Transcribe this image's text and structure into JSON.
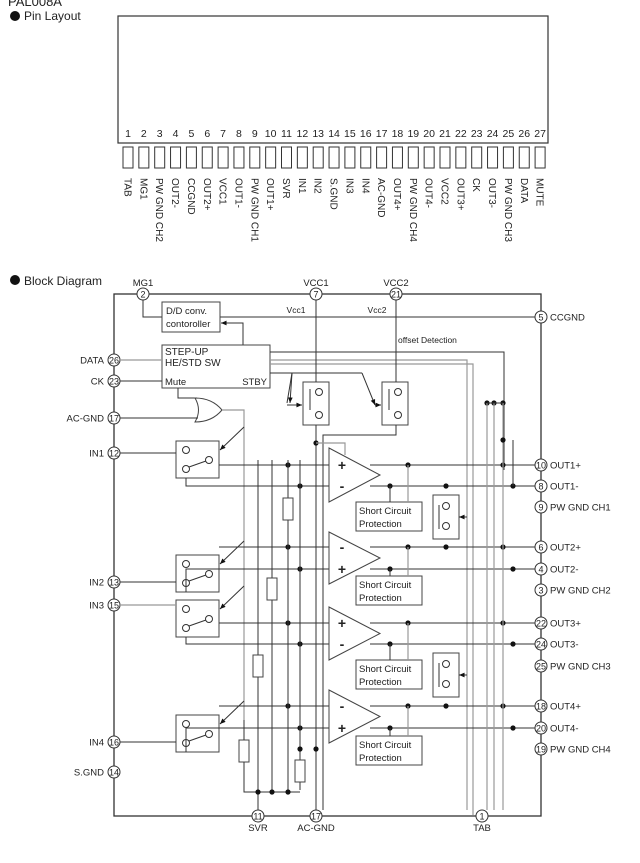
{
  "header": {
    "title": "PAL008A"
  },
  "pin_layout": {
    "heading": "Pin Layout",
    "pins": [
      {
        "num": "1",
        "name": "TAB"
      },
      {
        "num": "2",
        "name": "MG1"
      },
      {
        "num": "3",
        "name": "PW GND CH2"
      },
      {
        "num": "4",
        "name": "OUT2-"
      },
      {
        "num": "5",
        "name": "CCGND"
      },
      {
        "num": "6",
        "name": "OUT2+"
      },
      {
        "num": "7",
        "name": "VCC1"
      },
      {
        "num": "8",
        "name": "OUT1-"
      },
      {
        "num": "9",
        "name": "PW GND CH1"
      },
      {
        "num": "10",
        "name": "OUT1+"
      },
      {
        "num": "11",
        "name": "SVR"
      },
      {
        "num": "12",
        "name": "IN1"
      },
      {
        "num": "13",
        "name": "IN2"
      },
      {
        "num": "14",
        "name": "S.GND"
      },
      {
        "num": "15",
        "name": "IN3"
      },
      {
        "num": "16",
        "name": "IN4"
      },
      {
        "num": "17",
        "name": "AC-GND"
      },
      {
        "num": "18",
        "name": "OUT4+"
      },
      {
        "num": "19",
        "name": "PW GND CH4"
      },
      {
        "num": "20",
        "name": "OUT4-"
      },
      {
        "num": "21",
        "name": "VCC2"
      },
      {
        "num": "22",
        "name": "OUT3+"
      },
      {
        "num": "23",
        "name": "CK"
      },
      {
        "num": "24",
        "name": "OUT3-"
      },
      {
        "num": "25",
        "name": "PW GND CH3"
      },
      {
        "num": "26",
        "name": "DATA"
      },
      {
        "num": "27",
        "name": "MUTE"
      }
    ]
  },
  "block_diagram": {
    "heading": "Block Diagram",
    "left_pins": [
      {
        "num": "26",
        "name": "DATA"
      },
      {
        "num": "23",
        "name": "CK"
      },
      {
        "num": "17",
        "name": "AC-GND"
      },
      {
        "num": "12",
        "name": "IN1"
      },
      {
        "num": "13",
        "name": "IN2"
      },
      {
        "num": "15",
        "name": "IN3"
      },
      {
        "num": "16",
        "name": "IN4"
      },
      {
        "num": "14",
        "name": "S.GND"
      }
    ],
    "top_pins": [
      {
        "num": "2",
        "name": "MG1"
      },
      {
        "num": "7",
        "name": "VCC1"
      },
      {
        "num": "21",
        "name": "VCC2"
      }
    ],
    "right_pins": [
      {
        "num": "5",
        "name": "CCGND"
      },
      {
        "num": "10",
        "name": "OUT1+"
      },
      {
        "num": "8",
        "name": "OUT1-"
      },
      {
        "num": "9",
        "name": "PW GND CH1"
      },
      {
        "num": "6",
        "name": "OUT2+"
      },
      {
        "num": "4",
        "name": "OUT2-"
      },
      {
        "num": "3",
        "name": "PW GND CH2"
      },
      {
        "num": "22",
        "name": "OUT3+"
      },
      {
        "num": "24",
        "name": "OUT3-"
      },
      {
        "num": "25",
        "name": "PW GND CH3"
      },
      {
        "num": "18",
        "name": "OUT4+"
      },
      {
        "num": "20",
        "name": "OUT4-"
      },
      {
        "num": "19",
        "name": "PW GND CH4"
      }
    ],
    "bottom_pins": [
      {
        "num": "11",
        "name": "SVR"
      },
      {
        "num": "17",
        "name": "AC-GND"
      },
      {
        "num": "1",
        "name": "TAB"
      }
    ],
    "dd_converter": {
      "line1": "D/D conv.",
      "line2": "contoroller"
    },
    "control": {
      "line1": "STEP-UP",
      "line2": "HE/STD SW",
      "mute": "Mute",
      "stby": "STBY"
    },
    "rail_labels": {
      "vcc1": "Vcc1",
      "vcc2": "Vcc2",
      "offset": "offset Detection"
    },
    "short_circuit": {
      "line1": "Short Circuit",
      "line2": "Protection"
    },
    "amp_signs": [
      [
        "+",
        "-"
      ],
      [
        "-",
        "+"
      ],
      [
        "+",
        "-"
      ],
      [
        "-",
        "+"
      ]
    ]
  }
}
